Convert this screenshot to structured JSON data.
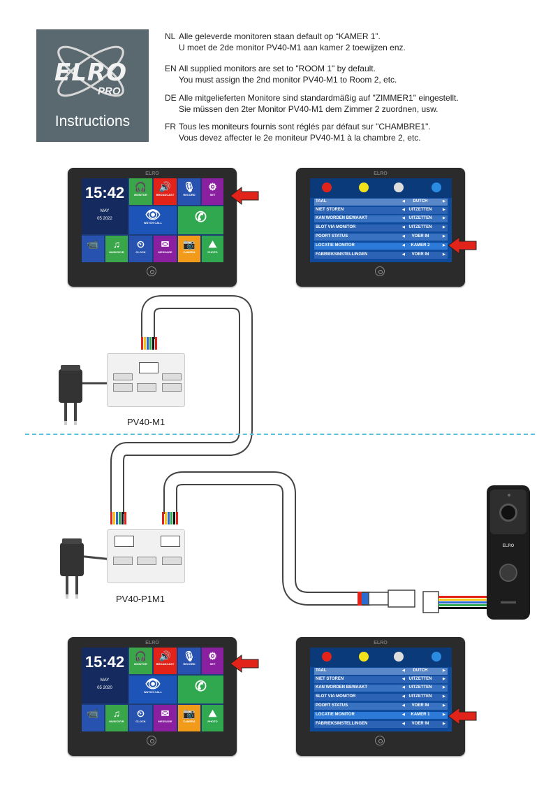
{
  "logo": {
    "brand": "ELRO",
    "sub": "PRO",
    "caption": "Instructions"
  },
  "languages": [
    {
      "code": "NL",
      "line1": "Alle geleverde monitoren staan default op “KAMER 1”.",
      "line2": "U moet de 2de monitor PV40-M1 aan kamer 2 toewijzen enz."
    },
    {
      "code": "EN",
      "line1": "All supplied monitors are set to \"ROOM 1\" by default.",
      "line2": "You must assign the 2nd monitor PV40-M1 to Room 2, etc."
    },
    {
      "code": "DE",
      "line1": "Alle mitgelieferten Monitore sind standardmäßig auf \"ZIMMER1\" eingestellt.",
      "line2": "Sie müssen den 2ter Monitor PV40-M1 dem Zimmer 2 zuordnen, usw."
    },
    {
      "code": "FR",
      "line1": "Tous les moniteurs fournis sont réglés par défaut sur \"CHAMBRE1\".",
      "line2": "Vous devez affecter le 2e moniteur PV40-M1 à la chambre 2, etc."
    }
  ],
  "monitor_brand": "ELRO",
  "home_top": {
    "time": "15:42",
    "month": "MAY",
    "date": "05  2022",
    "tiles": {
      "monitor": "MONITOR",
      "broadcast": "BROADCAST",
      "record": "RECORD",
      "set": "SET",
      "watch": "WATCH CALL",
      "music": "MUSICDVR",
      "clock": "CLOCK",
      "message": "MESSAGE",
      "camera": "CAMERA",
      "photo": "PHOTO"
    }
  },
  "home_bottom": {
    "time": "15:42",
    "month": "MAY",
    "date": "05  2020",
    "tiles": {
      "monitor": "MONITOR",
      "broadcast": "BROADCAST",
      "record": "RECORD",
      "set": "SET",
      "watch": "WATCH CALL",
      "music": "MUSICDVR",
      "clock": "CLOCK",
      "message": "MESSAGE",
      "camera": "CAMERA",
      "photo": "PHOTO"
    }
  },
  "settings_top": {
    "rows": [
      {
        "label": "TAAL",
        "value": "DUTCH"
      },
      {
        "label": "NIET STOREN",
        "value": "UITZETTEN"
      },
      {
        "label": "KAN WORDEN BEWAAKT",
        "value": "UITZETTEN"
      },
      {
        "label": "SLOT VIA MONITOR",
        "value": "UITZETTEN"
      },
      {
        "label": "POORT STATUS",
        "value": "VOER IN"
      },
      {
        "label": "LOCATIE MONITOR",
        "value": "KAMER 2"
      },
      {
        "label": "FABRIEKSINSTELLINGEN",
        "value": "VOER IN"
      }
    ]
  },
  "settings_bottom": {
    "rows": [
      {
        "label": "TAAL",
        "value": "DUTCH"
      },
      {
        "label": "NIET STOREN",
        "value": "UITZETTEN"
      },
      {
        "label": "KAN WORDEN BEWAAKT",
        "value": "UITZETTEN"
      },
      {
        "label": "SLOT VIA MONITOR",
        "value": "UITZETTEN"
      },
      {
        "label": "POORT STATUS",
        "value": "VOER IN"
      },
      {
        "label": "LOCATIE MONITOR",
        "value": "KAMER 1"
      },
      {
        "label": "FABRIEKSINSTELLINGEN",
        "value": "VOER IN"
      }
    ]
  },
  "devices": {
    "top_box": "PV40-M1",
    "bottom_box": "PV40-P1M1",
    "doorbell_brand": "ELRO"
  },
  "colors": {
    "arrow": "#e2231a",
    "dash": "#5fc0e0",
    "logo_bg": "#5a6870"
  }
}
